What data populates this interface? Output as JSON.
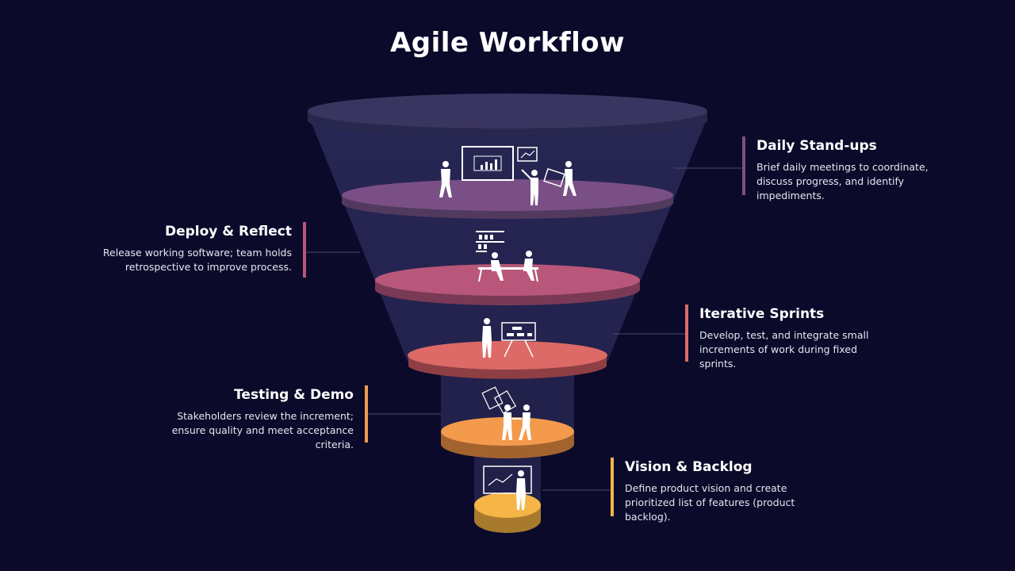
{
  "title": "Agile Workflow",
  "stages": [
    {
      "id": "daily",
      "title": "Daily Stand-ups",
      "description": "Brief daily meetings to coordinate, discuss progress, and identify impediments.",
      "color": "#7a4f86"
    },
    {
      "id": "deploy",
      "title": "Deploy & Reflect",
      "description": "Release working software; team holds retrospective to improve process.",
      "color": "#b8577a"
    },
    {
      "id": "sprints",
      "title": "Iterative Sprints",
      "description": "Develop, test, and integrate small increments of work during fixed sprints.",
      "color": "#dd6a66"
    },
    {
      "id": "testing",
      "title": "Testing & Demo",
      "description": "Stakeholders review the increment; ensure quality and meet acceptance criteria.",
      "color": "#f39a4d"
    },
    {
      "id": "vision",
      "title": "Vision & Backlog",
      "description": "Define product vision and create prioritized list of features (product backlog).",
      "color": "#f5b547"
    }
  ]
}
